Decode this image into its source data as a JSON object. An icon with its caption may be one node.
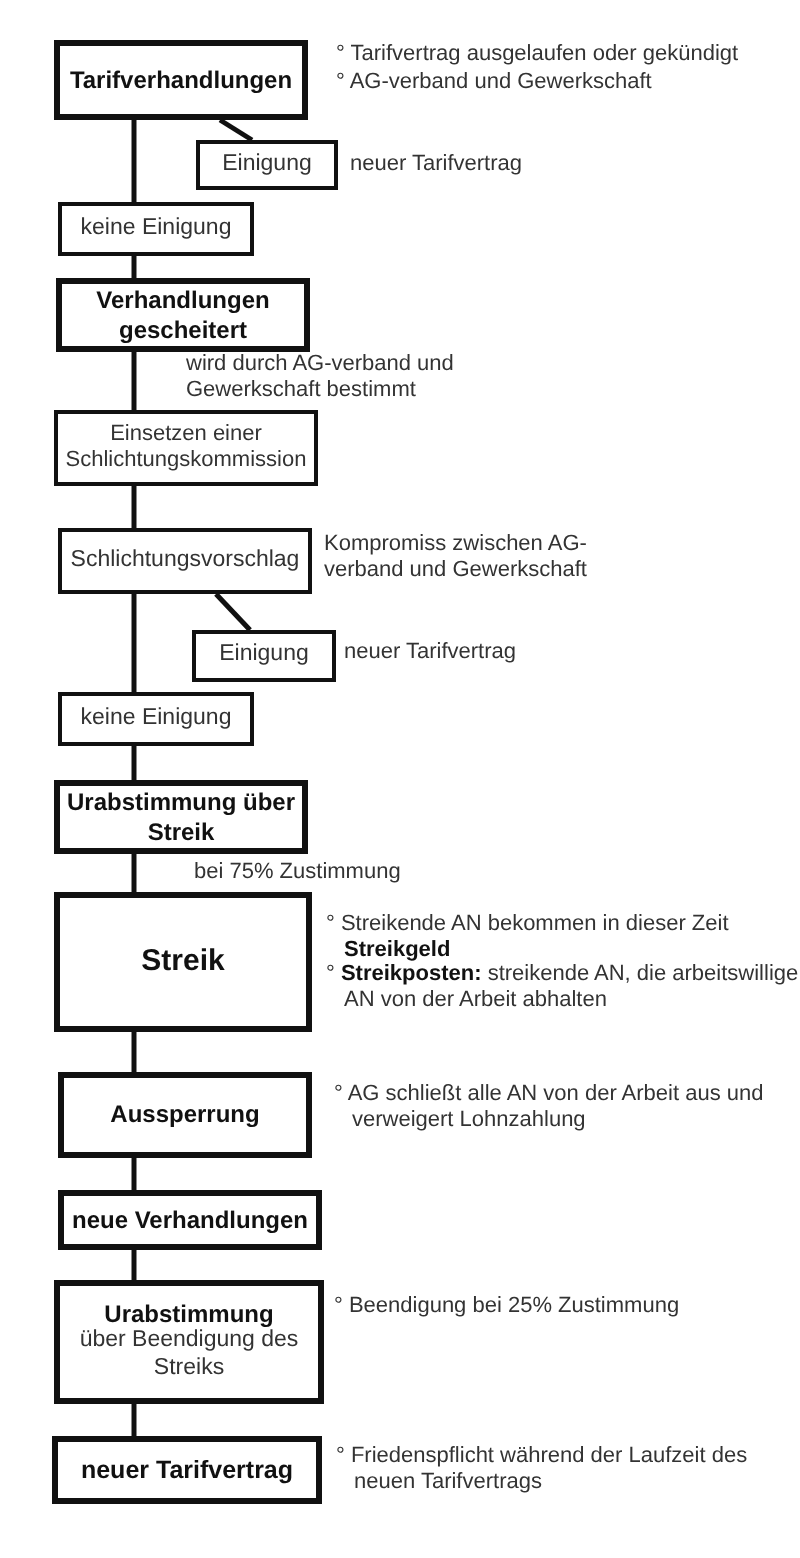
{
  "diagram": {
    "nodes": [
      {
        "text": [
          "Tarifverhandlungen"
        ],
        "beside": [
          "° Tarifvertrag ausgelaufen oder gekündigt",
          "° AG-verband und Gewerkschaft"
        ]
      },
      {
        "text": [
          "Einigung"
        ],
        "beside": [
          "neuer Tarifvertrag"
        ]
      },
      {
        "text": [
          "keine Einigung"
        ]
      },
      {
        "text": [
          "Verhandlungen gescheitert"
        ]
      },
      {
        "text": [
          "Einsetzen einer Schlichtungskommission"
        ]
      },
      {
        "text": [
          "Schlichtungsvorschlag"
        ],
        "beside": [
          "Kompromiss zwischen AG-verband und Gewerkschaft"
        ]
      },
      {
        "text": [
          "Einigung"
        ],
        "beside": [
          "neuer Tarifvertrag"
        ]
      },
      {
        "text": [
          "keine Einigung"
        ]
      },
      {
        "text": [
          "Urabstimmung über Streik"
        ]
      },
      {
        "text": [
          "Streik"
        ],
        "beside": [
          "° Streikende AN bekommen in dieser Zeit **Streikgeld**",
          "° **Streikposten:** streikende AN, die arbeitswillige AN von der Arbeit abhalten"
        ]
      },
      {
        "text": [
          "Aussperrung"
        ],
        "beside": [
          "° AG schließt alle AN von der Arbeit aus und verweigert Lohnzahlung"
        ]
      },
      {
        "text": [
          "neue Verhandlungen"
        ]
      },
      {
        "text": [
          "Urabstimmung",
          "über Beendigung des Streiks"
        ],
        "beside": [
          "° Beendigung bei 25% Zustimmung"
        ]
      },
      {
        "text": [
          "neuer Tarifvertrag"
        ],
        "beside": [
          "° Friedenspflicht während der Laufzeit des neuen Tarifvertrags"
        ]
      }
    ],
    "edges": [
      {
        "from": 0,
        "to": 1,
        "arrow": "none"
      },
      {
        "from": 0,
        "to": 2,
        "arrow": "none"
      },
      {
        "from": 2,
        "to": 3,
        "arrow": "none"
      },
      {
        "from": 3,
        "to": 4,
        "arrow": "none",
        "label": "wird durch AG-verband und Gewerkschaft bestimmt"
      },
      {
        "from": 4,
        "to": 5,
        "arrow": "none"
      },
      {
        "from": 5,
        "to": 6,
        "arrow": "none"
      },
      {
        "from": 5,
        "to": 7,
        "arrow": "none"
      },
      {
        "from": 7,
        "to": 8,
        "arrow": "none"
      },
      {
        "from": 8,
        "to": 9,
        "arrow": "none",
        "label": "bei 75% Zustimmung"
      },
      {
        "from": 9,
        "to": 10,
        "arrow": "none"
      },
      {
        "from": 10,
        "to": 11,
        "arrow": "none"
      },
      {
        "from": 11,
        "to": 12,
        "arrow": "none"
      },
      {
        "from": 12,
        "to": 13,
        "arrow": "none"
      }
    ]
  }
}
